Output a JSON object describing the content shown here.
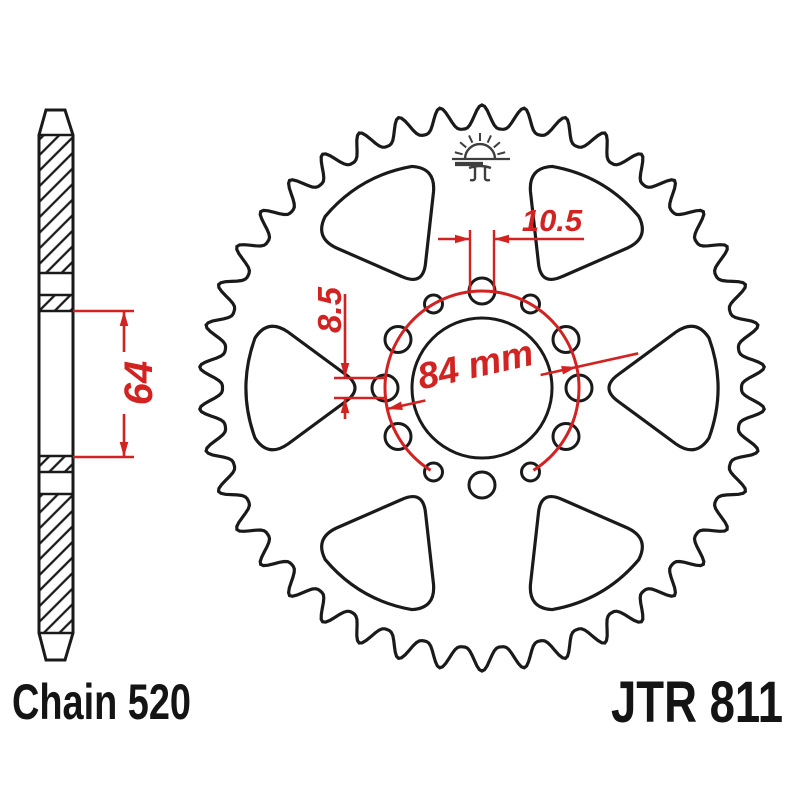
{
  "page": {
    "background": "#ffffff"
  },
  "footer": {
    "chain_label": "Chain 520",
    "model_label": "JTR 811"
  },
  "diagram": {
    "type": "rear-sprocket-technical-drawing",
    "colors": {
      "line": "#1a1a1a",
      "dimension": "#d32222",
      "logo": "#3e3e3e",
      "fill": "#ffffff"
    },
    "logo": {
      "icon": "jt-rising-sun-logo"
    },
    "front_view": {
      "teeth": 42,
      "lightening_cutouts": 6,
      "bolt_holes_large": 8,
      "bolt_holes_small": 4
    },
    "dimensions": {
      "bolt_circle": {
        "label": "84 mm",
        "value_mm": 84
      },
      "large_hole": {
        "label": "10.5",
        "value_mm": 10.5
      },
      "small_hole": {
        "label": "8.5",
        "value_mm": 8.5
      },
      "hub_width": {
        "label": "64",
        "value_mm": 64
      }
    }
  }
}
